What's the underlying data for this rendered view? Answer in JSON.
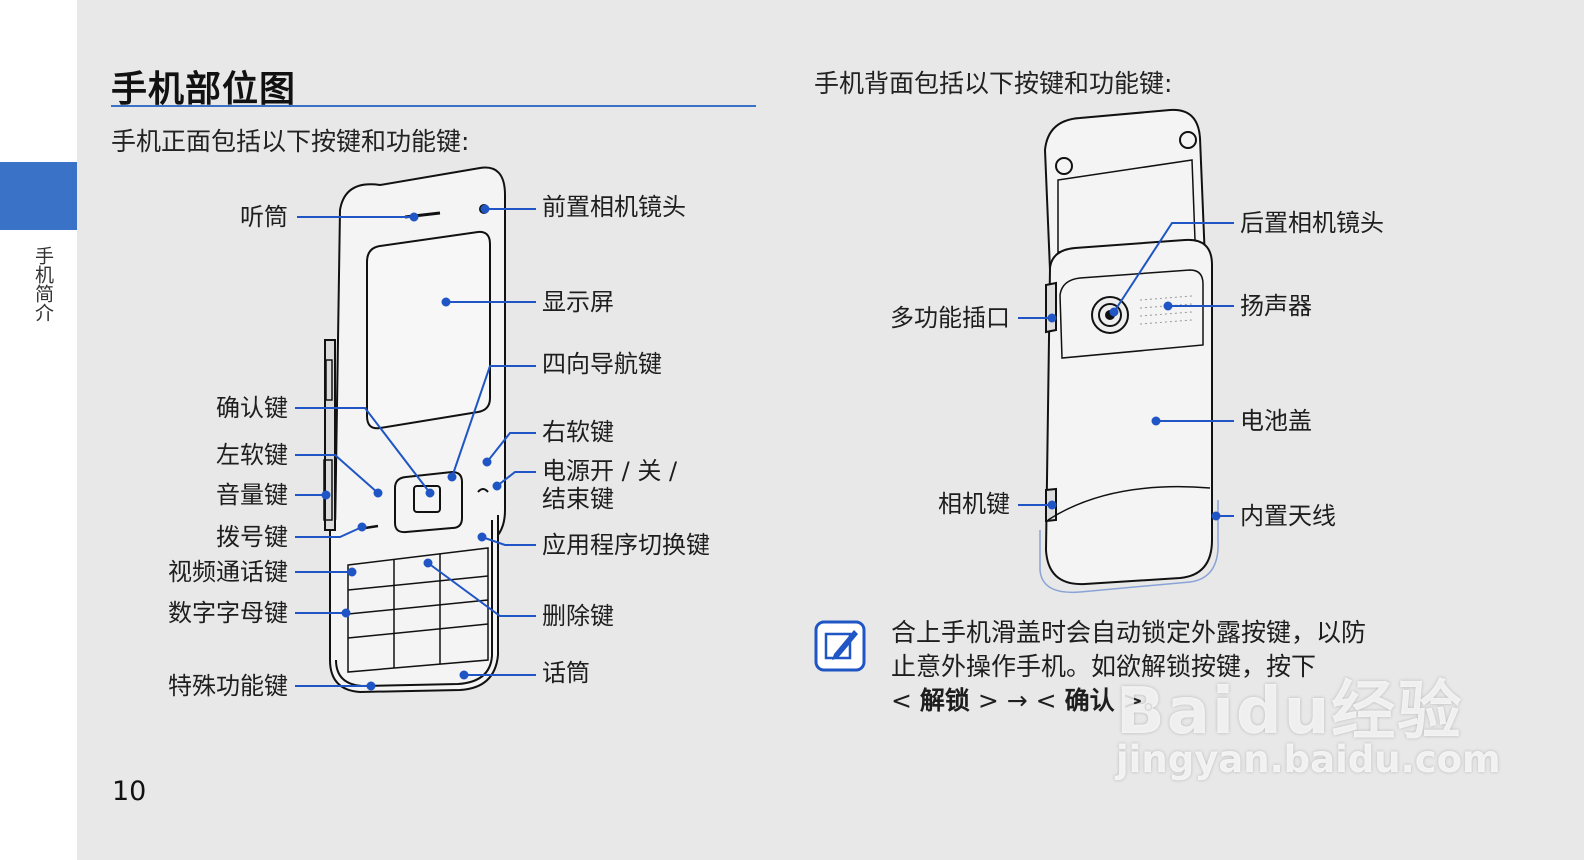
{
  "sidebar": {
    "chapter_label": "手机简介"
  },
  "page_number": "10",
  "section_title": "手机部位图",
  "front": {
    "intro": "手机正面包括以下按键和功能键:",
    "labels": {
      "earpiece": "听筒",
      "front_camera": "前置相机镜头",
      "display": "显示屏",
      "nav_key": "四向导航键",
      "confirm_key": "确认键",
      "right_soft_key": "右软键",
      "left_soft_key": "左软键",
      "power_key_line1": "电源开 / 关 /",
      "power_key_line2": "结束键",
      "volume_key": "音量键",
      "dial_key": "拨号键",
      "app_switch_key": "应用程序切换键",
      "video_call_key": "视频通话键",
      "alphanumeric_keys": "数字字母键",
      "delete_key": "删除键",
      "special_keys": "特殊功能键",
      "microphone": "话筒"
    }
  },
  "back": {
    "intro": "手机背面包括以下按键和功能键:",
    "labels": {
      "rear_camera": "后置相机镜头",
      "multi_jack": "多功能插口",
      "speaker": "扬声器",
      "battery_cover": "电池盖",
      "camera_key": "相机键",
      "antenna": "内置天线"
    }
  },
  "note": {
    "line1": "合上手机滑盖时会自动锁定外露按键，以防",
    "line2": "止意外操作手机。如欲解锁按键，按下",
    "line3_a": "< ",
    "unlock": "解锁",
    "line3_b": " > → < ",
    "confirm": "确认",
    "line3_c": " >。"
  },
  "watermark": {
    "logo": "Baidu经验",
    "url": "jingyan.baidu.com"
  },
  "colors": {
    "accent": "#3a72c8",
    "leader": "#1f55c4"
  }
}
